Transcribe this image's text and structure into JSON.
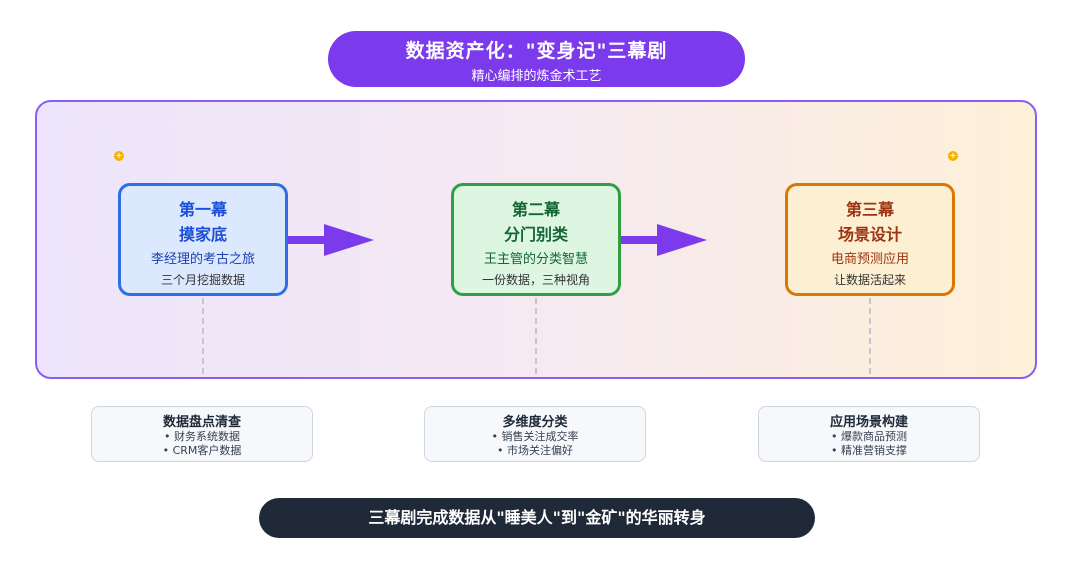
{
  "header": {
    "title": "数据资产化：\"变身记\"三幕剧",
    "subtitle": "精心编排的炼金术工艺"
  },
  "acts": [
    {
      "num": "第一幕",
      "name": "摸家底",
      "sub": "李经理的考古之旅",
      "desc": "三个月挖掘数据",
      "color": "#2f6fe4"
    },
    {
      "num": "第二幕",
      "name": "分门别类",
      "sub": "王主管的分类智慧",
      "desc": "一份数据，三种视角",
      "color": "#2ea043"
    },
    {
      "num": "第三幕",
      "name": "场景设计",
      "sub": "电商预测应用",
      "desc": "让数据活起来",
      "color": "#d97706"
    }
  ],
  "notes": [
    {
      "title": "数据盘点清查",
      "items": [
        "• 财务系统数据",
        "• CRM客户数据"
      ]
    },
    {
      "title": "多维度分类",
      "items": [
        "• 销售关注成交率",
        "• 市场关注偏好"
      ]
    },
    {
      "title": "应用场景构建",
      "items": [
        "• 爆款商品预测",
        "• 精准营销支撑"
      ]
    }
  ],
  "footer": {
    "text": "三幕剧完成数据从\"睡美人\"到\"金矿\"的华丽转身"
  },
  "colors": {
    "accent": "#7c3aed",
    "arrow": "#7c3aed",
    "footer_bg": "#1f2937"
  }
}
